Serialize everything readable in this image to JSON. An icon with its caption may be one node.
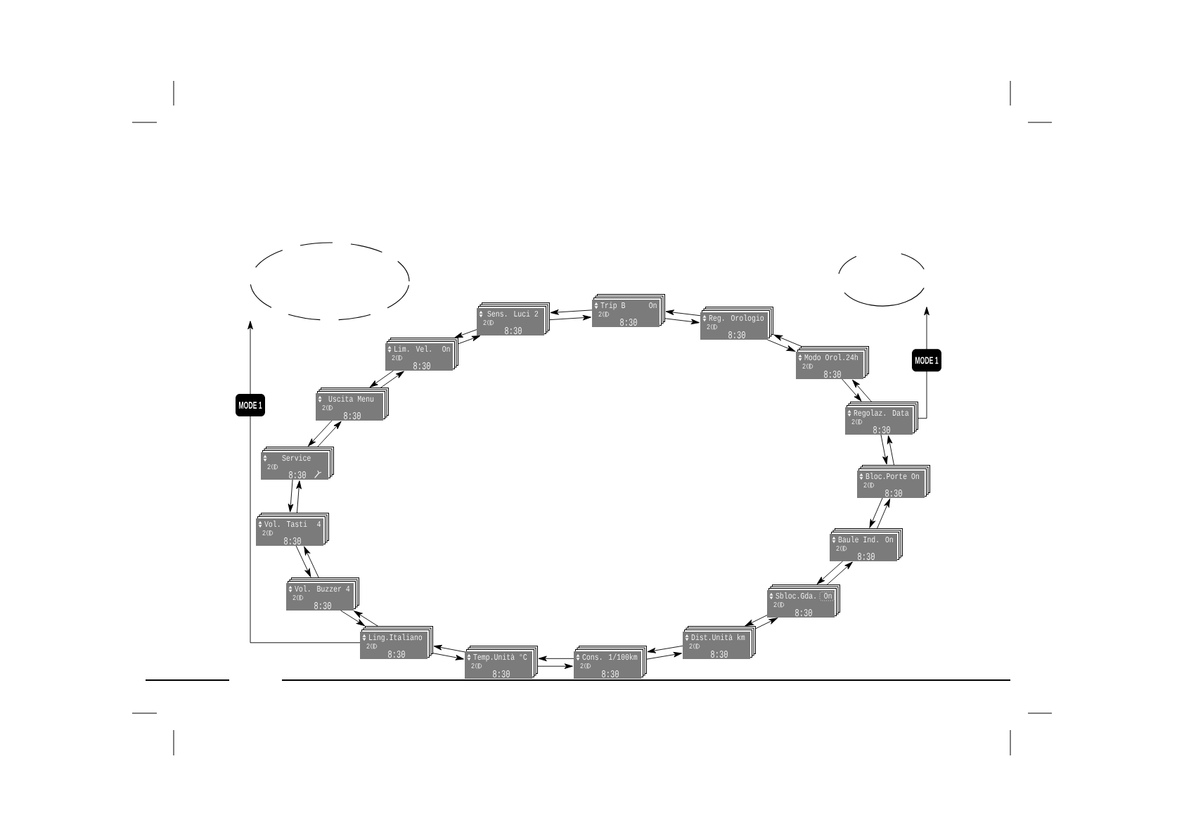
{
  "diagram": {
    "nodes": [
      {
        "text": [],
        "shape": "ellipse"
      },
      {
        "text": [],
        "shape": "ellipse"
      },
      {
        "text": [
          "Sens. Luci 2",
          "2",
          "8:30"
        ]
      },
      {
        "text": [
          "Trip B",
          "On",
          "2",
          "8:30"
        ]
      },
      {
        "text": [
          "Reg. Orologio",
          "2",
          "8:30"
        ]
      },
      {
        "text": [
          "Modo Orol.24h",
          "2",
          "8:30"
        ]
      },
      {
        "text": [
          "Regolaz. Data",
          "2",
          "8:30"
        ]
      },
      {
        "text": [
          "Bloc.Porte On",
          "2",
          "8:30"
        ]
      },
      {
        "text": [
          "Baule Ind. On",
          "2",
          "8:30"
        ]
      },
      {
        "text": [
          "Sbloc.Gda.",
          "On",
          "2",
          "8:30"
        ]
      },
      {
        "text": [
          "Dist.Unità km",
          "2",
          "8:30"
        ]
      },
      {
        "text": [
          "Cons. 1/100km",
          "2",
          "8:30"
        ]
      },
      {
        "text": [
          "Temp.Unità °C",
          "2",
          "8:30"
        ]
      },
      {
        "text": [
          "Ling.Italiano",
          "2",
          "8:30"
        ]
      },
      {
        "text": [
          "Vol. Buzzer 4",
          "2",
          "8:30"
        ]
      },
      {
        "text": [
          "Vol. Tasti",
          "4",
          "2",
          "8:30"
        ]
      },
      {
        "text": [
          "Service",
          "2",
          "8:30"
        ]
      },
      {
        "text": [
          "Uscita Menu",
          "2",
          "8:30"
        ]
      },
      {
        "text": [
          "Lim. Vel.",
          "On",
          "2",
          "8:30"
        ]
      }
    ],
    "edges": [
      {
        "from": 2,
        "to": 3,
        "arrow": "to"
      },
      {
        "from": 3,
        "to": 2,
        "arrow": "to"
      },
      {
        "from": 3,
        "to": 4,
        "arrow": "to"
      },
      {
        "from": 4,
        "to": 3,
        "arrow": "to"
      },
      {
        "from": 4,
        "to": 5,
        "arrow": "to"
      },
      {
        "from": 5,
        "to": 4,
        "arrow": "to"
      },
      {
        "from": 5,
        "to": 6,
        "arrow": "to"
      },
      {
        "from": 6,
        "to": 5,
        "arrow": "to"
      },
      {
        "from": 6,
        "to": 7,
        "arrow": "to"
      },
      {
        "from": 7,
        "to": 6,
        "arrow": "to"
      },
      {
        "from": 7,
        "to": 8,
        "arrow": "to"
      },
      {
        "from": 8,
        "to": 7,
        "arrow": "to"
      },
      {
        "from": 8,
        "to": 9,
        "arrow": "to"
      },
      {
        "from": 9,
        "to": 8,
        "arrow": "to"
      },
      {
        "from": 9,
        "to": 10,
        "arrow": "to"
      },
      {
        "from": 10,
        "to": 9,
        "arrow": "to"
      },
      {
        "from": 10,
        "to": 11,
        "arrow": "to"
      },
      {
        "from": 11,
        "to": 10,
        "arrow": "to"
      },
      {
        "from": 11,
        "to": 12,
        "arrow": "to"
      },
      {
        "from": 12,
        "to": 11,
        "arrow": "to"
      },
      {
        "from": 12,
        "to": 13,
        "arrow": "to"
      },
      {
        "from": 13,
        "to": 12,
        "arrow": "to"
      },
      {
        "from": 13,
        "to": 14,
        "arrow": "to"
      },
      {
        "from": 14,
        "to": 13,
        "arrow": "to"
      },
      {
        "from": 14,
        "to": 15,
        "arrow": "to"
      },
      {
        "from": 15,
        "to": 14,
        "arrow": "to"
      },
      {
        "from": 15,
        "to": 16,
        "arrow": "to"
      },
      {
        "from": 16,
        "to": 15,
        "arrow": "to"
      },
      {
        "from": 16,
        "to": 17,
        "arrow": "to"
      },
      {
        "from": 17,
        "to": 16,
        "arrow": "to"
      },
      {
        "from": 17,
        "to": 18,
        "arrow": "to"
      },
      {
        "from": 18,
        "to": 17,
        "arrow": "to"
      },
      {
        "from": 18,
        "to": 2,
        "arrow": "to"
      },
      {
        "from": 2,
        "to": 18,
        "arrow": "to"
      },
      {
        "from": 13,
        "to": 0,
        "arrow": "to",
        "label": "MODE 1"
      },
      {
        "from": 6,
        "to": 1,
        "arrow": "to",
        "label": "MODE 1"
      }
    ]
  }
}
